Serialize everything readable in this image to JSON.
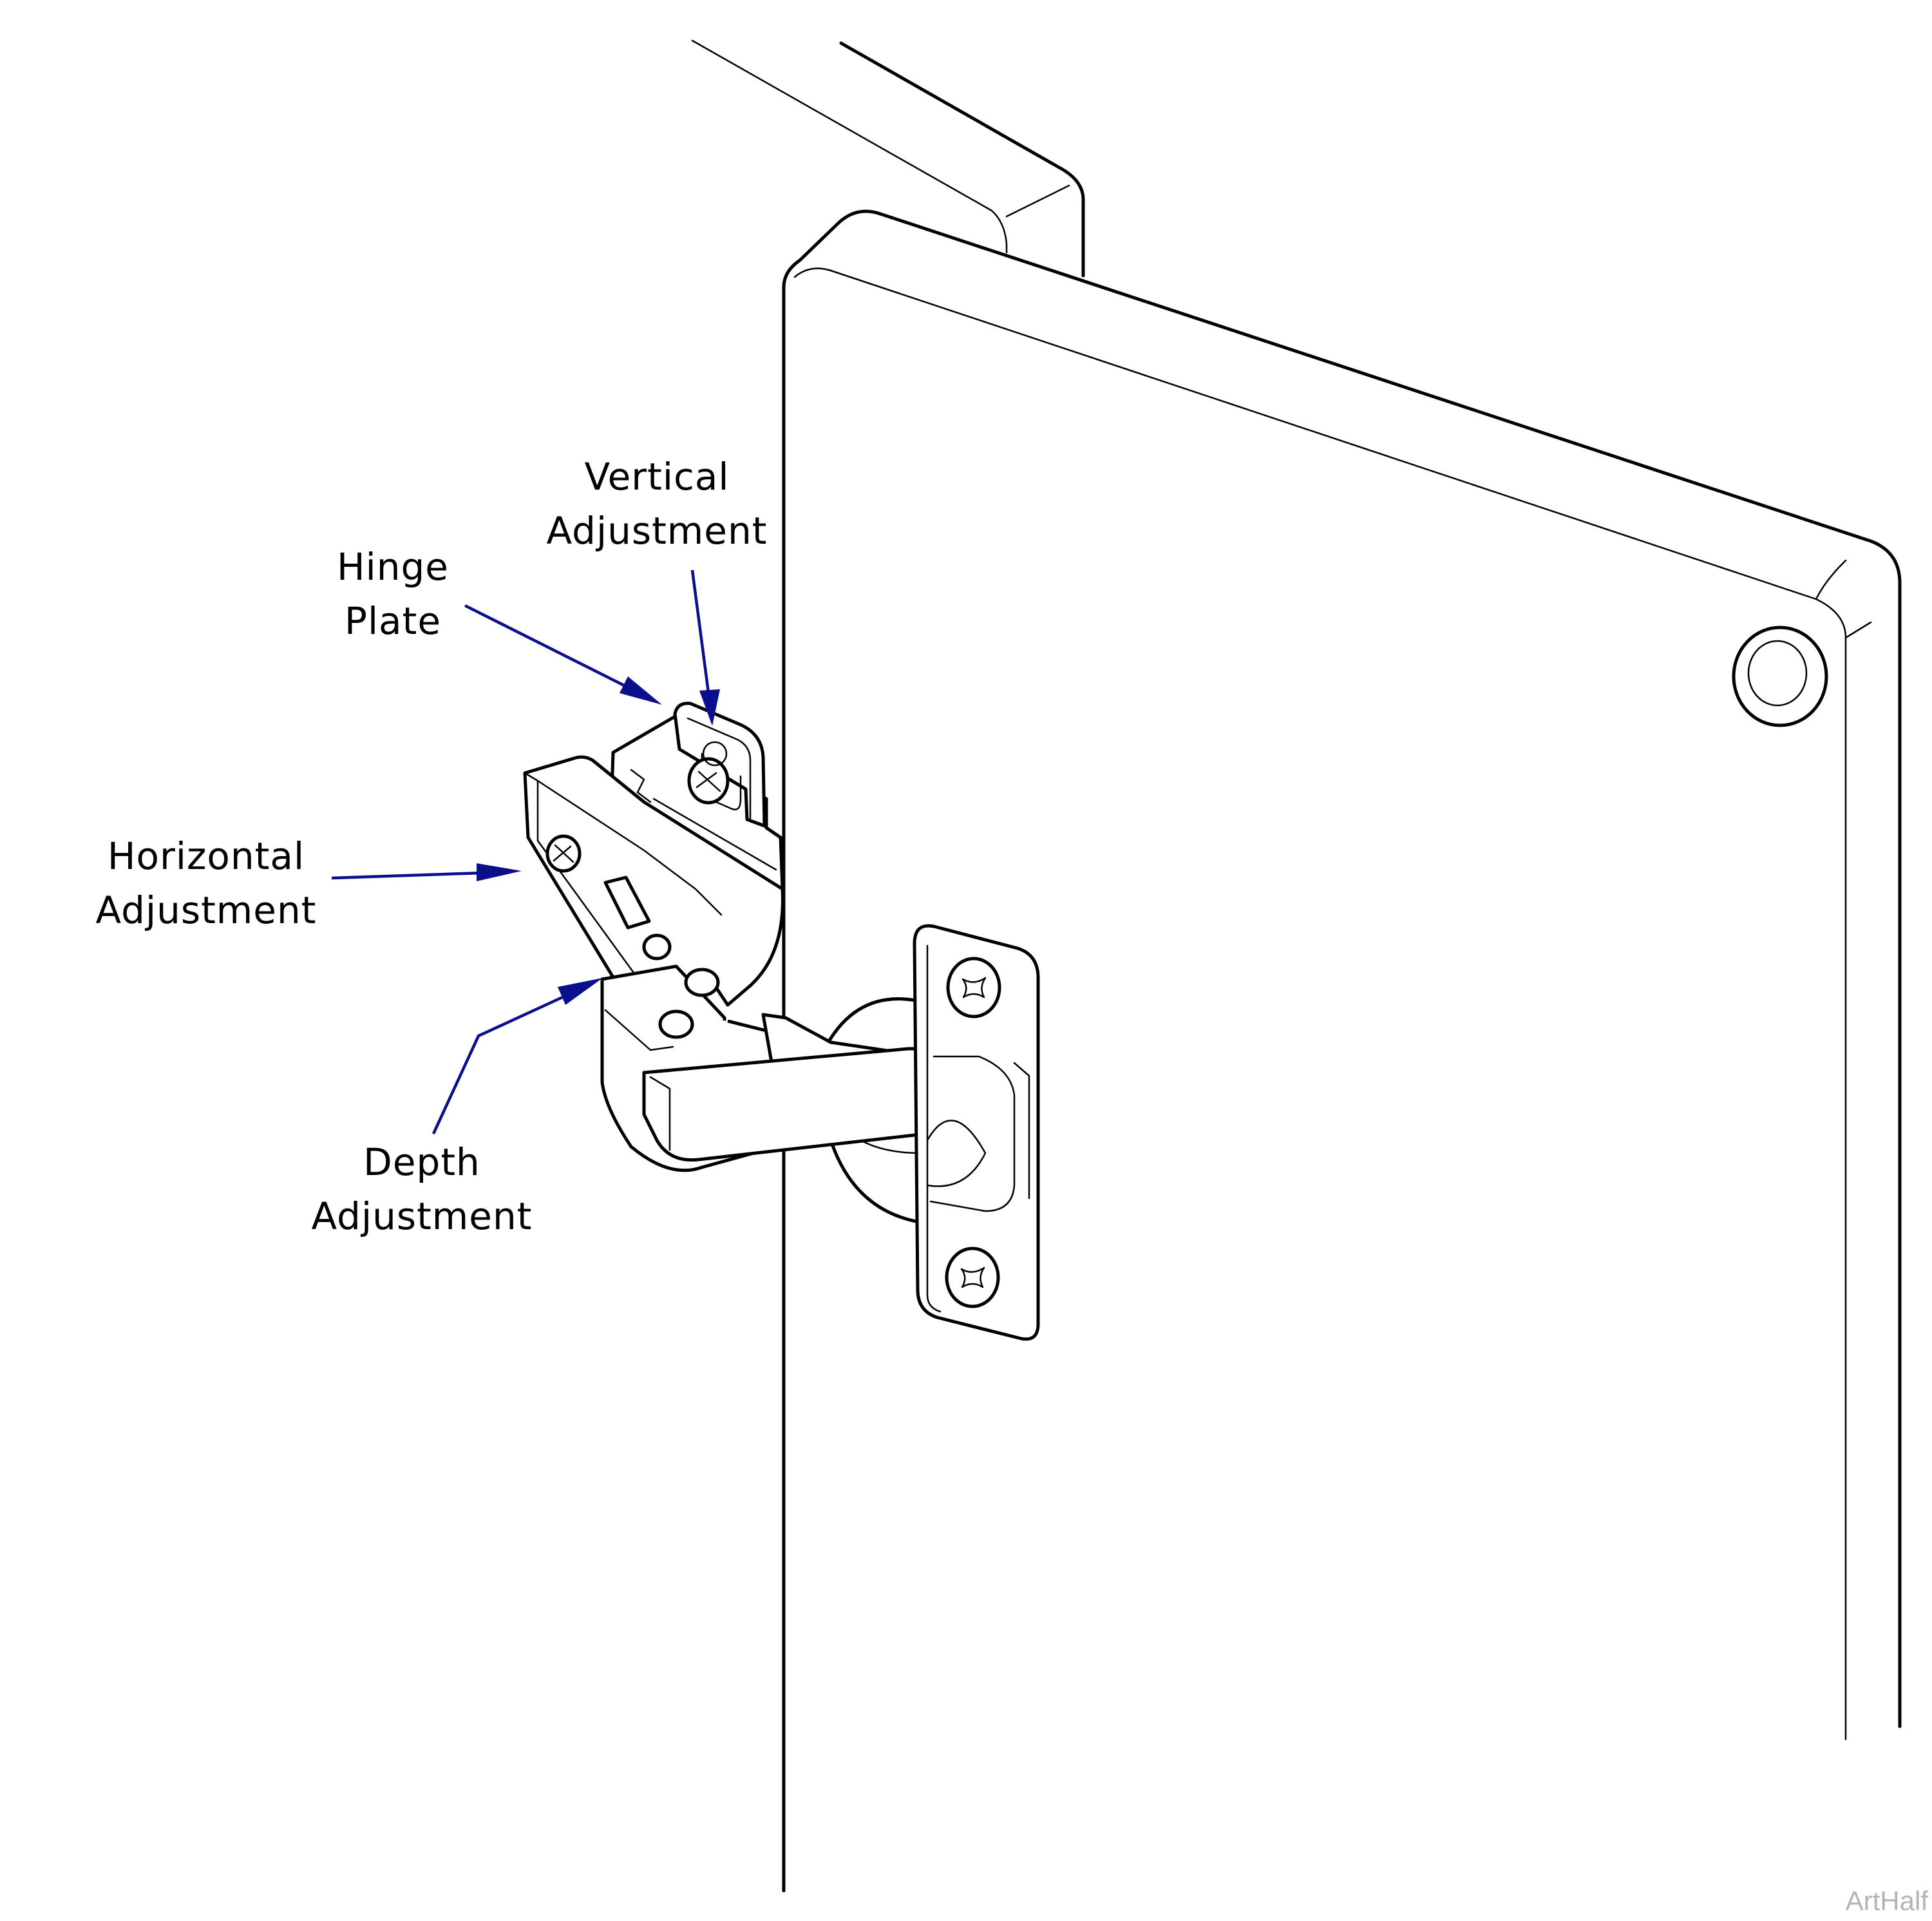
{
  "callouts": {
    "vertical_adjustment": {
      "line1": "Vertical",
      "line2": "Adjustment"
    },
    "hinge_plate": {
      "line1": "Hinge",
      "line2": "Plate"
    },
    "horizontal_adjustment": {
      "line1": "Horizontal",
      "line2": "Adjustment"
    },
    "depth_adjustment": {
      "line1": "Depth",
      "line2": "Adjustment"
    }
  },
  "watermark": "ArtHalf",
  "colors": {
    "leader": "#0b0f8c",
    "linework": "#000000",
    "watermark": "#b4b4b4",
    "background": "#ffffff"
  }
}
